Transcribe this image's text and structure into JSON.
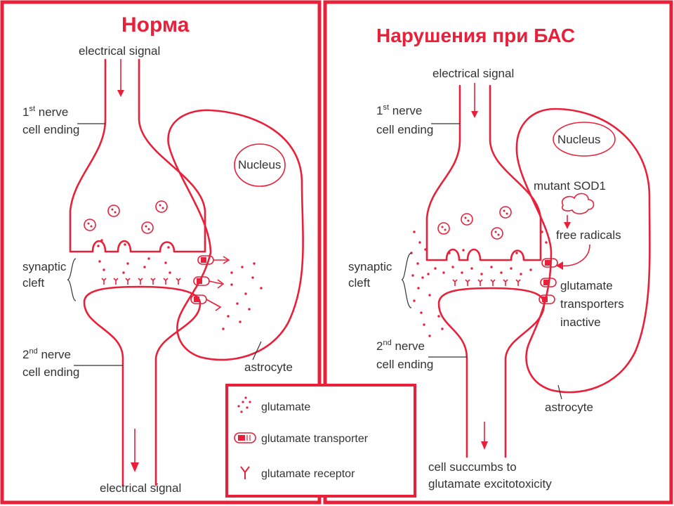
{
  "colors": {
    "accent": "#e8203a",
    "label": "#333333",
    "background": "#ffffff"
  },
  "left_panel": {
    "title": "Норма",
    "top_signal": "electrical signal",
    "first_nerve_num": "1",
    "first_nerve_sup": "st",
    "first_nerve_rest": " nerve",
    "first_nerve_line2": "cell ending",
    "nucleus": "Nucleus",
    "synaptic_line1": "synaptic",
    "synaptic_line2": "cleft",
    "second_nerve_num": "2",
    "second_nerve_sup": "nd",
    "second_nerve_rest": " nerve",
    "second_nerve_line2": "cell ending",
    "astrocyte": "astrocyte",
    "bottom_signal": "electrical signal"
  },
  "right_panel": {
    "title": "Нарушения при БАС",
    "top_signal": "electrical signal",
    "first_nerve_num": "1",
    "first_nerve_sup": "st",
    "first_nerve_rest": " nerve",
    "first_nerve_line2": "cell ending",
    "nucleus": "Nucleus",
    "mutant": "mutant SOD1",
    "free_radicals": "free radicals",
    "synaptic_line1": "synaptic",
    "synaptic_line2": "cleft",
    "transporters_line1": "glutamate",
    "transporters_line2": "transporters",
    "transporters_line3": "inactive",
    "second_nerve_num": "2",
    "second_nerve_sup": "nd",
    "second_nerve_rest": " nerve",
    "second_nerve_line2": "cell ending",
    "astrocyte": "astrocyte",
    "outcome_line1": "cell succumbs to",
    "outcome_line2": "glutamate excitotoxicity"
  },
  "legend": {
    "items": [
      {
        "icon": "glutamate-dots-icon",
        "label": "glutamate"
      },
      {
        "icon": "glutamate-transporter-icon",
        "label": "glutamate transporter"
      },
      {
        "icon": "glutamate-receptor-icon",
        "label": "glutamate receptor"
      }
    ]
  }
}
